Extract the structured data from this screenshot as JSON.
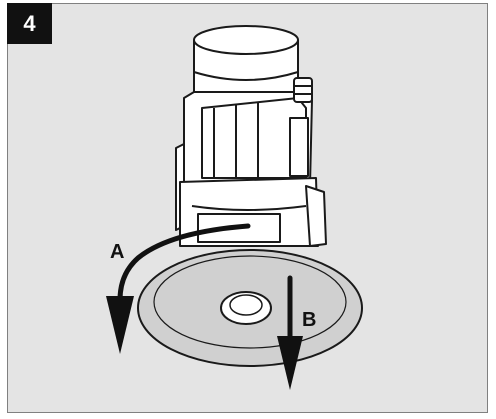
{
  "step": {
    "number": "4"
  },
  "labels": {
    "a": "A",
    "b": "B"
  },
  "colors": {
    "background": "#e4e4e4",
    "badge": "#111111",
    "outline": "#1a1a1a",
    "body_fill": "#ffffff",
    "flange_fill": "#d0d0d0"
  }
}
